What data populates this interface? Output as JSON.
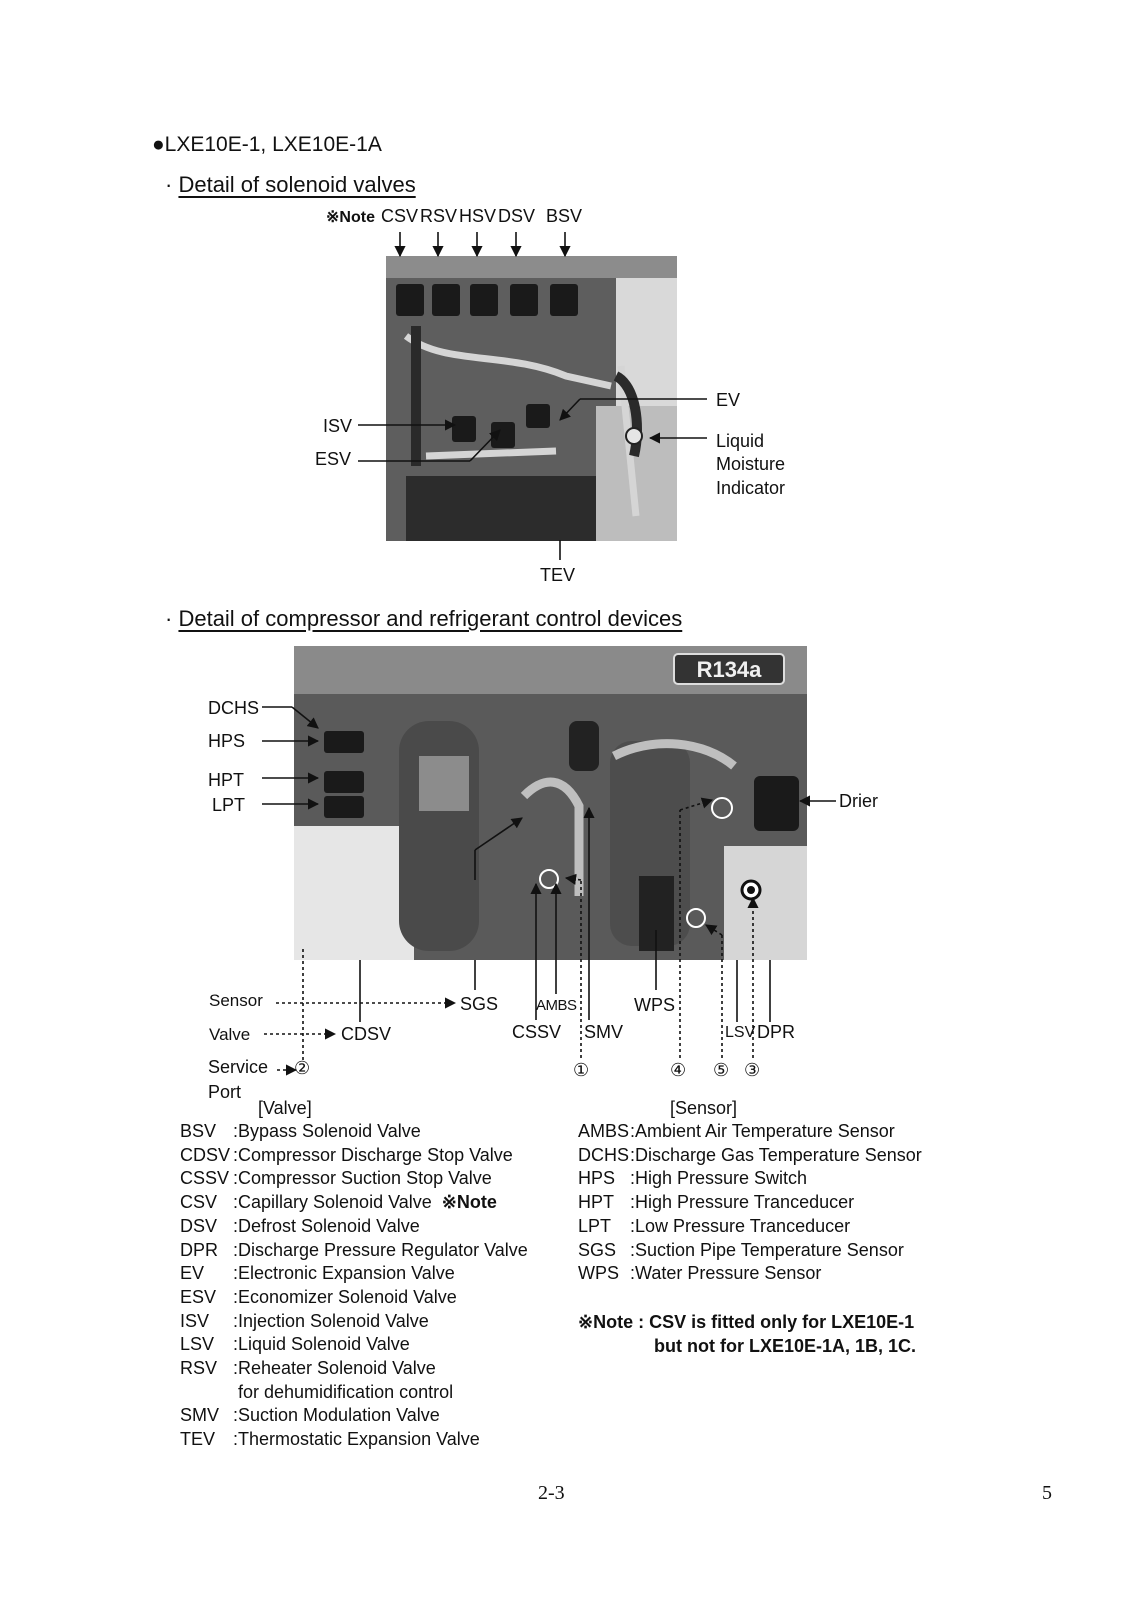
{
  "title": "●LXE10E-1, LXE10E-1A",
  "section1": {
    "heading": "Detail of solenoid valves",
    "bullet": "·",
    "top_note": "※Note",
    "top_labels": [
      "CSV",
      "RSV",
      "HSV",
      "DSV",
      "BSV"
    ],
    "left_labels": [
      "ISV",
      "ESV"
    ],
    "right_labels": [
      "EV",
      "Liquid",
      "Moisture",
      "Indicator"
    ],
    "bottom_label": "TEV"
  },
  "section2": {
    "heading": "Detail of compressor and refrigerant control devices",
    "bullet": "·",
    "badge": "R134a",
    "left_labels": [
      "DCHS",
      "HPS",
      "HPT",
      "LPT"
    ],
    "right_label": "Drier",
    "sensor_word": "Sensor",
    "valve_word": "Valve",
    "service_word": "Service",
    "port_word": "Port",
    "bottom_labels": {
      "sgs": "SGS",
      "ambs": "AMBS",
      "wps": "WPS",
      "cdsv": "CDSV",
      "cssv": "CSSV",
      "smv": "SMV",
      "lsv": "LSV",
      "dpr": "DPR"
    },
    "circled": [
      "②",
      "①",
      "④",
      "⑤",
      "③"
    ]
  },
  "legend": {
    "valve_header": "[Valve]",
    "sensor_header": "[Sensor]",
    "valves": [
      {
        "code": "BSV",
        "desc": ":Bypass Solenoid Valve"
      },
      {
        "code": "CDSV",
        "desc": ":Compressor Discharge Stop Valve"
      },
      {
        "code": "CSSV",
        "desc": ":Compressor Suction Stop Valve"
      },
      {
        "code": "CSV",
        "desc": ":Capillary Solenoid Valve",
        "note": "※Note"
      },
      {
        "code": "DSV",
        "desc": ":Defrost Solenoid Valve"
      },
      {
        "code": "DPR",
        "desc": ":Discharge Pressure Regulator Valve"
      },
      {
        "code": "EV",
        "desc": ":Electronic Expansion Valve"
      },
      {
        "code": "ESV",
        "desc": ":Economizer Solenoid Valve"
      },
      {
        "code": "ISV",
        "desc": ":Injection Solenoid Valve"
      },
      {
        "code": "LSV",
        "desc": ":Liquid Solenoid Valve"
      },
      {
        "code": "RSV",
        "desc": ":Reheater Solenoid Valve"
      },
      {
        "code": "",
        "desc": "for dehumidification control"
      },
      {
        "code": "SMV",
        "desc": ":Suction Modulation Valve"
      },
      {
        "code": "TEV",
        "desc": ":Thermostatic Expansion Valve"
      }
    ],
    "sensors": [
      {
        "code": "AMBS",
        "desc": ":Ambient Air Temperature Sensor"
      },
      {
        "code": "DCHS",
        "desc": ":Discharge Gas Temperature Sensor"
      },
      {
        "code": "HPS",
        "desc": ":High Pressure Switch"
      },
      {
        "code": "HPT",
        "desc": ":High Pressure Tranceducer"
      },
      {
        "code": "LPT",
        "desc": ":Low Pressure Tranceducer"
      },
      {
        "code": "SGS",
        "desc": ":Suction Pipe Temperature Sensor"
      },
      {
        "code": "WPS",
        "desc": ":Water Pressure Sensor"
      }
    ],
    "note_line1": "※Note : CSV is fitted only for LXE10E-1",
    "note_line2": "but not for LXE10E-1A, 1B, 1C."
  },
  "footer": {
    "page_label": "2-3",
    "page_number": "5"
  }
}
